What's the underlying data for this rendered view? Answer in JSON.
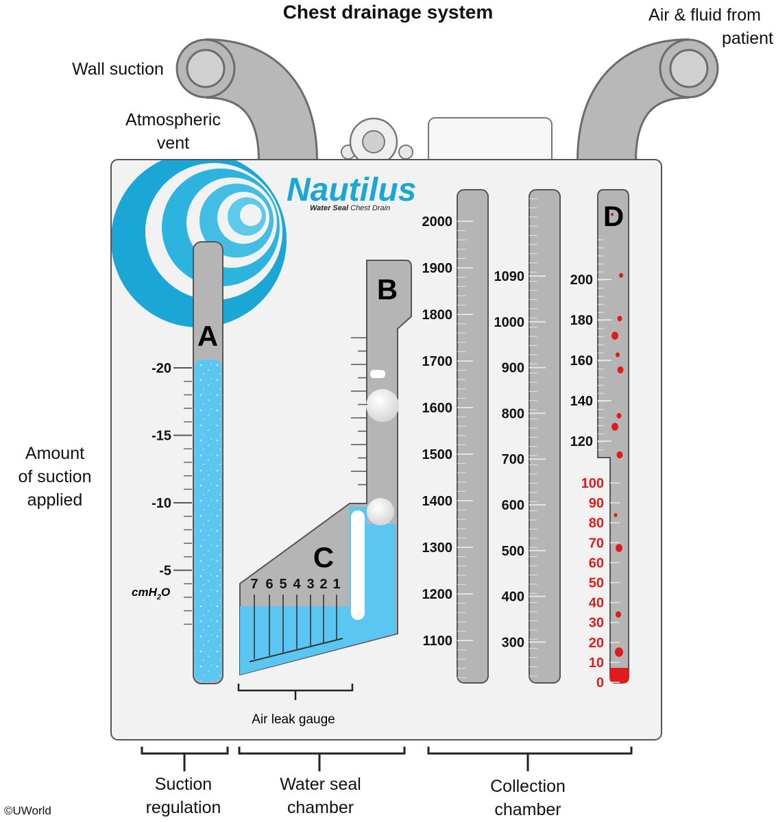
{
  "title": "Chest drainage system",
  "labels": {
    "wall_suction": "Wall suction",
    "air_fluid": [
      "Air & fluid from",
      "patient"
    ],
    "atmospheric_vent": [
      "Atmospheric",
      "vent"
    ],
    "amount_suction": [
      "Amount",
      "of suction",
      "applied"
    ],
    "suction_regulation": [
      "Suction",
      "regulation"
    ],
    "water_seal_chamber": [
      "Water seal",
      "chamber"
    ],
    "collection_chamber": [
      "Collection",
      "chamber"
    ],
    "air_leak_gauge": "Air leak gauge",
    "copyright": "©UWorld"
  },
  "brand": {
    "name": "Nautilus",
    "subtitle_bold": "Water Seal",
    "subtitle_rest": " Chest Drain"
  },
  "chambers": {
    "a": "A",
    "b": "B",
    "c": "C",
    "d": "D"
  },
  "suction_scale": {
    "labels": [
      "-20",
      "-15",
      "-10",
      "-5"
    ],
    "unit": "cmH",
    "unit_sub": "2",
    "unit_tail": "O"
  },
  "air_leak_scale": [
    "7",
    "6",
    "5",
    "4",
    "3",
    "2",
    "1"
  ],
  "collection_col1": [
    "2000",
    "1900",
    "1800",
    "1700",
    "1600",
    "1500",
    "1400",
    "1300",
    "1200",
    "1100"
  ],
  "collection_col2": [
    "1090",
    "1000",
    "900",
    "800",
    "700",
    "600",
    "500",
    "400",
    "300"
  ],
  "collection_col3_black": [
    "200",
    "180",
    "160",
    "140",
    "120"
  ],
  "collection_col3_red": [
    "100",
    "90",
    "80",
    "70",
    "60",
    "50",
    "40",
    "30",
    "20",
    "10",
    "0"
  ],
  "colors": {
    "water": "#5cc6f2",
    "tube_gray": "#b5b5b5",
    "panel": "#f2f2f2",
    "brand_blue": "#1ba7d6",
    "blood_red": "#e01b1b"
  }
}
